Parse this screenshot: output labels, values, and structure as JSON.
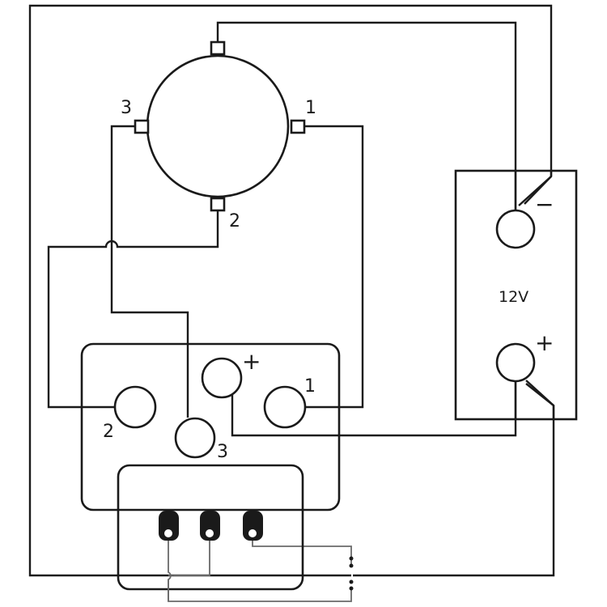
{
  "motor": {
    "terminal_labels": {
      "t1": "1",
      "t2": "2",
      "t3": "3"
    }
  },
  "battery": {
    "voltage": "12V",
    "negative": "−",
    "positive": "+"
  },
  "solenoid": {
    "terminal_labels": {
      "t1": "1",
      "t2": "2",
      "t3": "3",
      "plus": "+"
    }
  }
}
